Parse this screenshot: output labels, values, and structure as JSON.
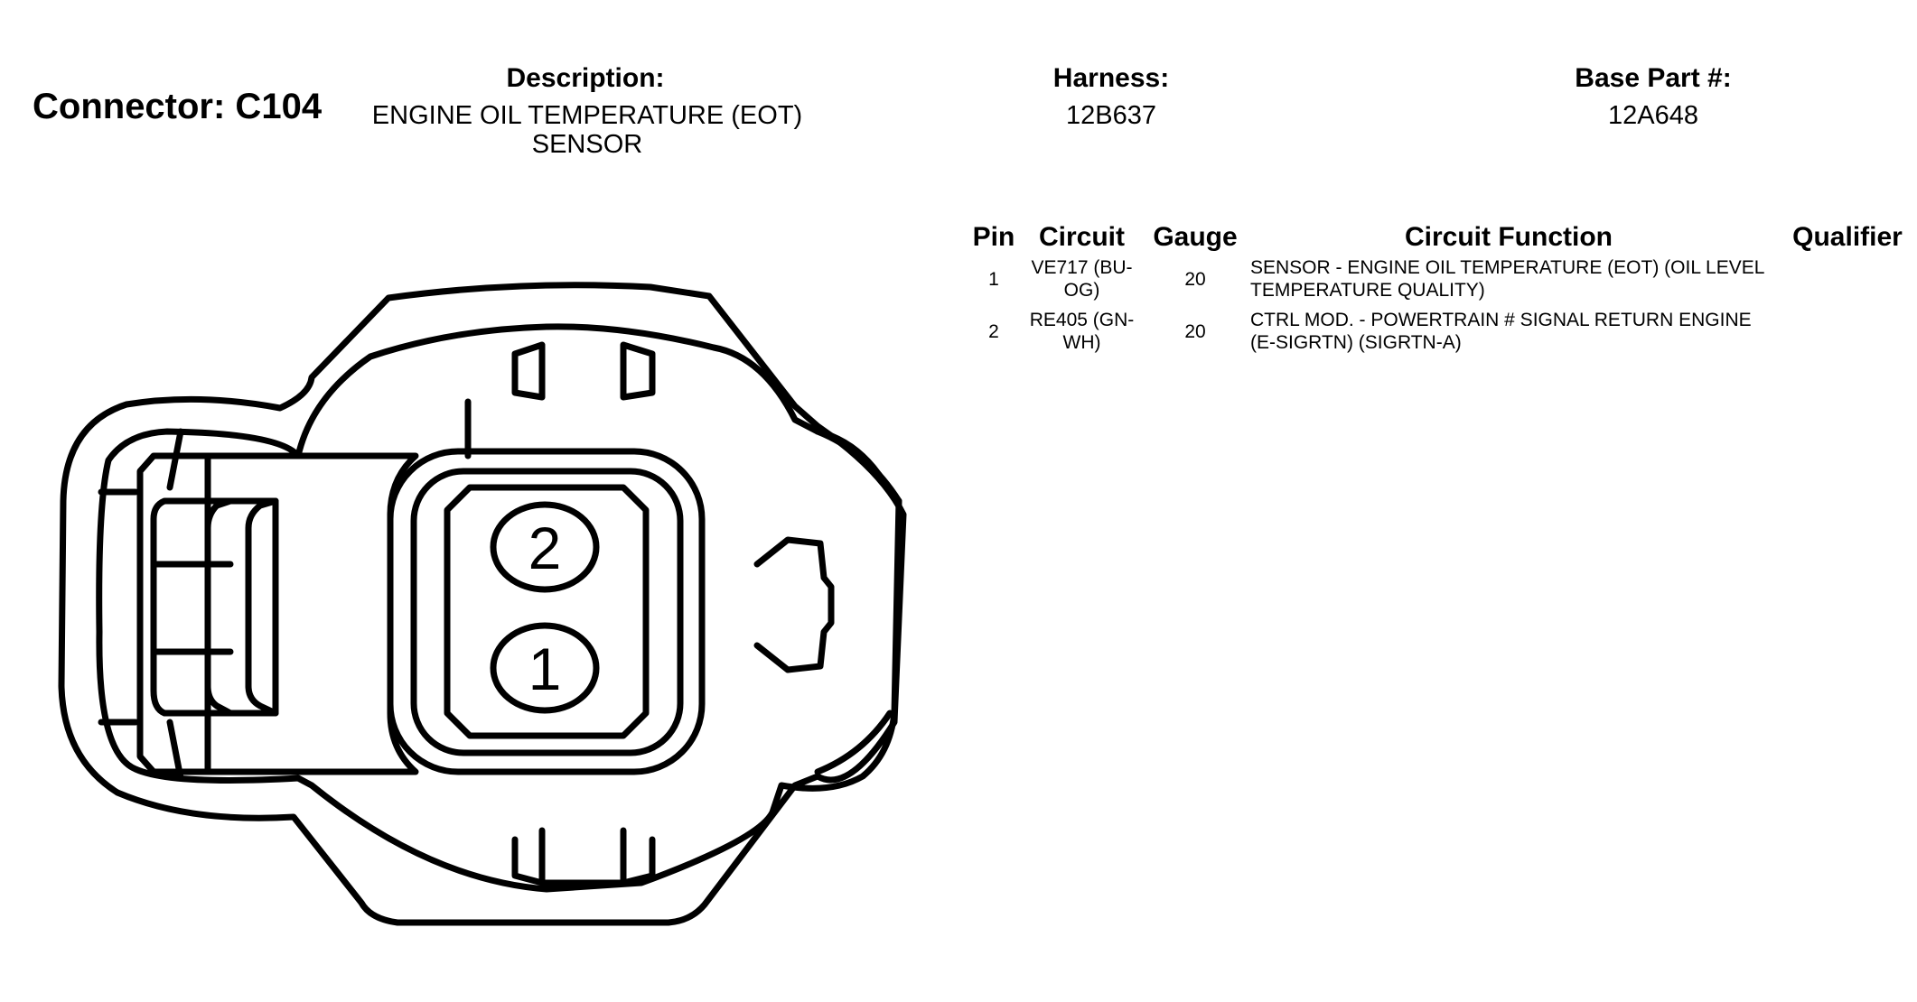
{
  "connector": {
    "title": "Connector: C104"
  },
  "description": {
    "label": "Description:",
    "line1": "ENGINE OIL TEMPERATURE (EOT)",
    "line2": "SENSOR"
  },
  "harness": {
    "label": "Harness:",
    "value": "12B637"
  },
  "base_part": {
    "label": "Base Part #:",
    "value": "12A648"
  },
  "table": {
    "headers": {
      "pin": "Pin",
      "circuit": "Circuit",
      "gauge": "Gauge",
      "function": "Circuit Function",
      "qualifier": "Qualifier"
    },
    "rows": [
      {
        "pin": "1",
        "circuit_line1": "VE717 (BU-",
        "circuit_line2": "OG)",
        "gauge": "20",
        "function_line1": "SENSOR - ENGINE OIL TEMPERATURE (EOT) (OIL LEVEL",
        "function_line2": "TEMPERATURE QUALITY)",
        "qualifier": ""
      },
      {
        "pin": "2",
        "circuit_line1": "RE405 (GN-",
        "circuit_line2": "WH)",
        "gauge": "20",
        "function_line1": "CTRL MOD. - POWERTRAIN # SIGNAL RETURN ENGINE",
        "function_line2": "(E-SIGRTN) (SIGRTN-A)",
        "qualifier": ""
      }
    ]
  },
  "drawing": {
    "pin_top": "2",
    "pin_bottom": "1",
    "stroke_color": "#000000"
  }
}
